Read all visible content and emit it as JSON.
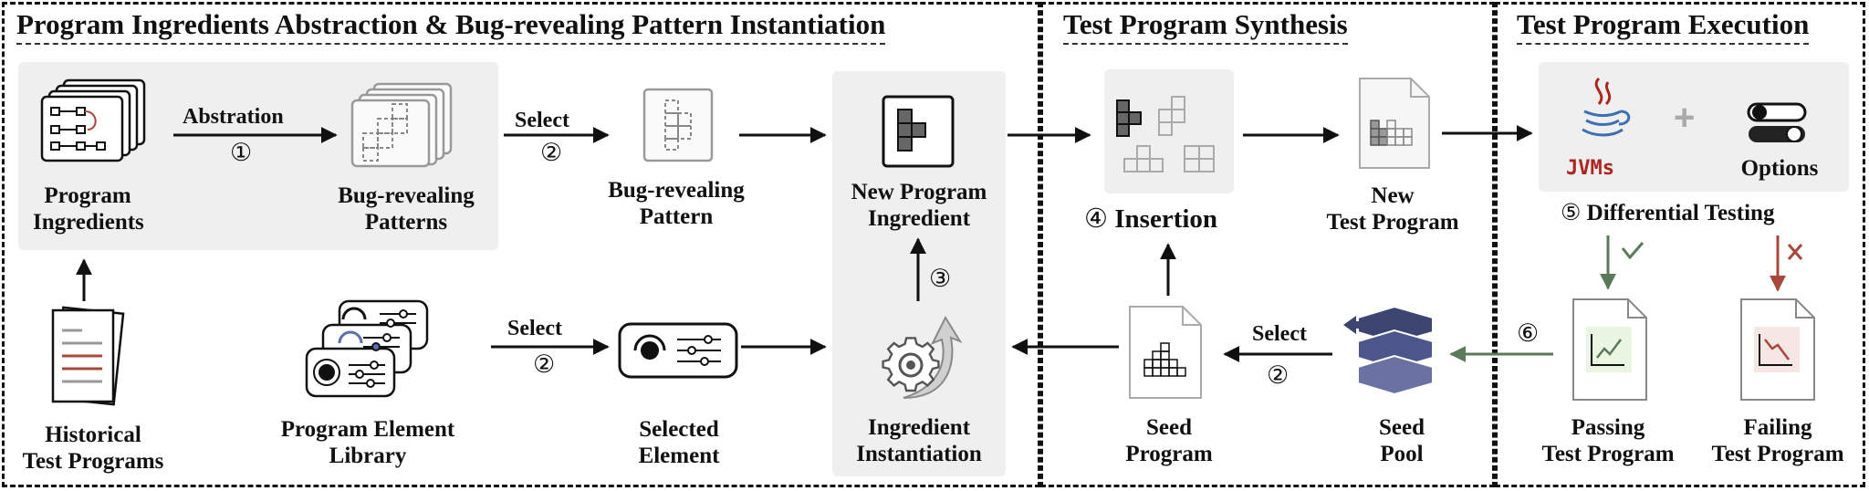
{
  "sections": {
    "abstraction": "Program Ingredients Abstraction & Bug-revealing Pattern  Instantiation",
    "synthesis": "Test Program Synthesis",
    "execution": "Test Program Execution"
  },
  "nodes": {
    "program_ingredients": [
      "Program",
      "Ingredients"
    ],
    "bug_revealing_patterns": [
      "Bug-revealing",
      "Patterns"
    ],
    "bug_revealing_pattern": [
      "Bug-revealing",
      "Pattern"
    ],
    "new_program_ingredient": [
      "New Program",
      "Ingredient"
    ],
    "historical_test_programs": [
      "Historical",
      "Test Programs"
    ],
    "program_element_library": [
      "Program Element",
      "Library"
    ],
    "selected_element": [
      "Selected",
      "Element"
    ],
    "ingredient_instantiation": [
      "Ingredient",
      "Instantiation"
    ],
    "insertion": "Insertion",
    "new_test_program": [
      "New",
      "Test Program"
    ],
    "seed_program": [
      "Seed",
      "Program"
    ],
    "seed_pool": [
      "Seed",
      "Pool"
    ],
    "jvms": "JVMs",
    "options": "Options",
    "differential_testing": "Differential Testing",
    "passing_test_program": [
      "Passing",
      "Test Program"
    ],
    "failing_test_program": [
      "Failing",
      "Test Program"
    ]
  },
  "edges": {
    "abstraction": "Abstration",
    "select_pattern": "Select",
    "select_element": "Select",
    "select_seed": "Select"
  },
  "steps": {
    "s1": "①",
    "s2a": "②",
    "s2b": "②",
    "s2c": "②",
    "s3": "③",
    "s4": "④",
    "s5": "⑤",
    "s6": "⑥"
  },
  "colors": {
    "pass": "#5a7a5a",
    "fail": "#a8473a",
    "jvm_red": "#b0241f",
    "panel_gray": "#efefef"
  }
}
